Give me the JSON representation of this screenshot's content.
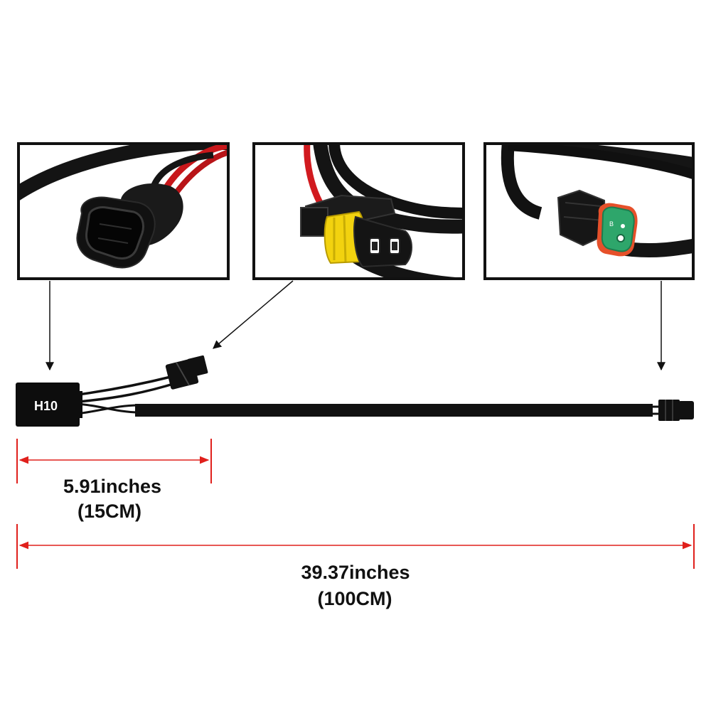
{
  "connector_label": "H10",
  "dimensions": {
    "short_inches": "5.91inches",
    "short_cm": "(15CM)",
    "long_inches": "39.37inches",
    "long_cm": "(100CM)"
  },
  "colors": {
    "cable": "#111111",
    "wire_red": "#d81e1e",
    "dimension_line": "#e0201c",
    "connector_yellow": "#f2d20f",
    "connector_green": "#2ea66b",
    "seal_orange": "#e6502a",
    "frame": "#111111"
  },
  "icons": {
    "h10_plug": "h10-plug-icon",
    "socket_9005": "socket-9005-icon",
    "dt_connector": "dt-connector-icon"
  }
}
